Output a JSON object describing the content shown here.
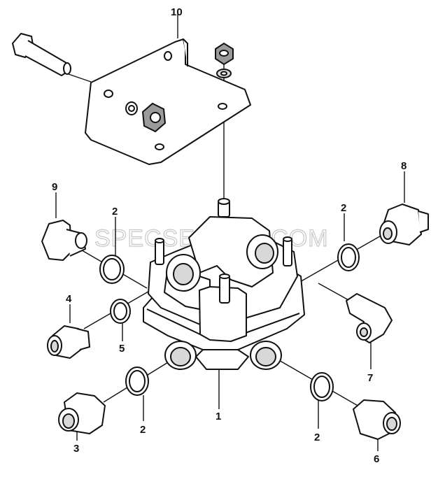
{
  "watermark": "SPECSERVER.COM",
  "callouts": {
    "c10": "10",
    "c9": "9",
    "c8": "8",
    "c2_left": "2",
    "c2_right": "2",
    "c4": "4",
    "c5": "5",
    "c7": "7",
    "c3": "3",
    "c2_bottom_left": "2",
    "c1": "1",
    "c2_bottom_right": "2",
    "c6": "6"
  }
}
